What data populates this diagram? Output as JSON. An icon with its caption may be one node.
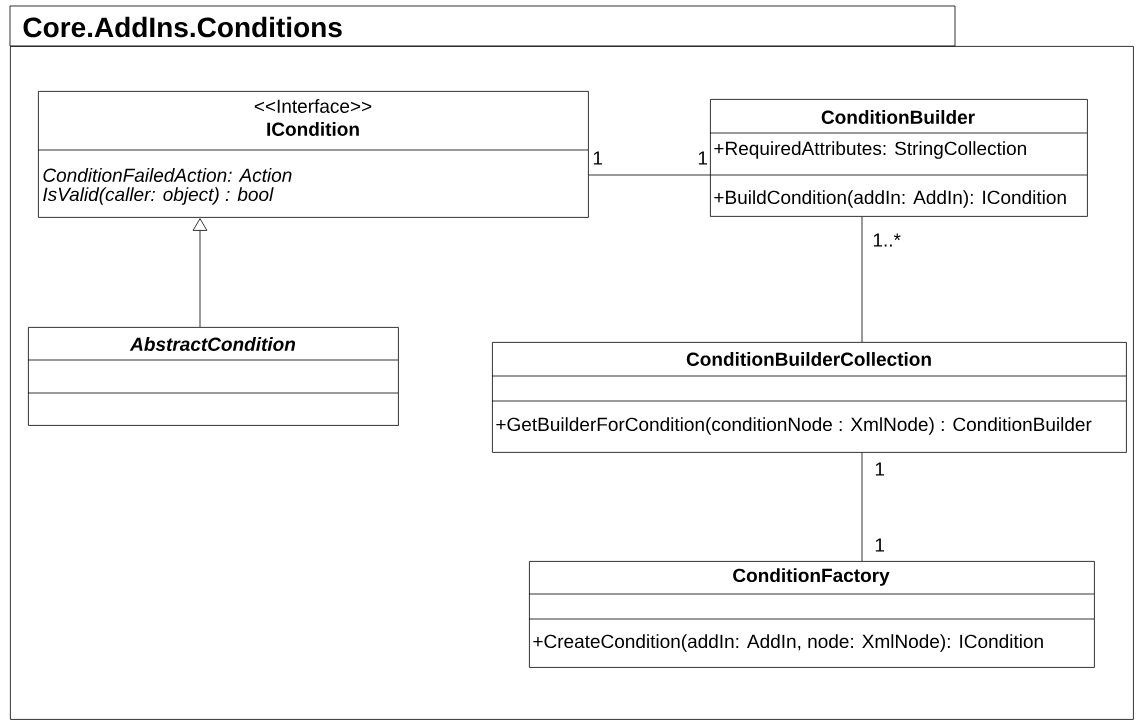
{
  "diagram": {
    "nodes": [
      {
        "text": [
          "Core.AddIns.Conditions"
        ]
      },
      {
        "text": [
          "<<Interface>>",
          "ICondition",
          "ConditionFailedAction: Action",
          "IsValid(caller: object) : bool"
        ],
        "in": 0
      },
      {
        "text": [
          "ConditionBuilder",
          "+RequiredAttributes: StringCollection",
          "+BuildCondition(addIn: AddIn): ICondition"
        ],
        "in": 0
      },
      {
        "text": [
          "AbstractCondition"
        ],
        "in": 0
      },
      {
        "text": [
          "ConditionBuilderCollection",
          "+GetBuilderForCondition(conditionNode : XmlNode) : ConditionBuilder"
        ],
        "in": 0
      },
      {
        "text": [
          "ConditionFactory",
          "+CreateCondition(addIn: AddIn, node: XmlNode): ICondition"
        ],
        "in": 0
      }
    ],
    "edges": [
      {
        "from": 3,
        "to": 1,
        "arrow": "to"
      },
      {
        "from": 1,
        "to": 2,
        "arrow": "none"
      },
      {
        "from": 2,
        "to": 4,
        "arrow": "none"
      },
      {
        "from": 4,
        "to": 5,
        "arrow": "none"
      }
    ],
    "labels": [
      "1",
      "1",
      "1..*",
      "1",
      "1"
    ]
  }
}
